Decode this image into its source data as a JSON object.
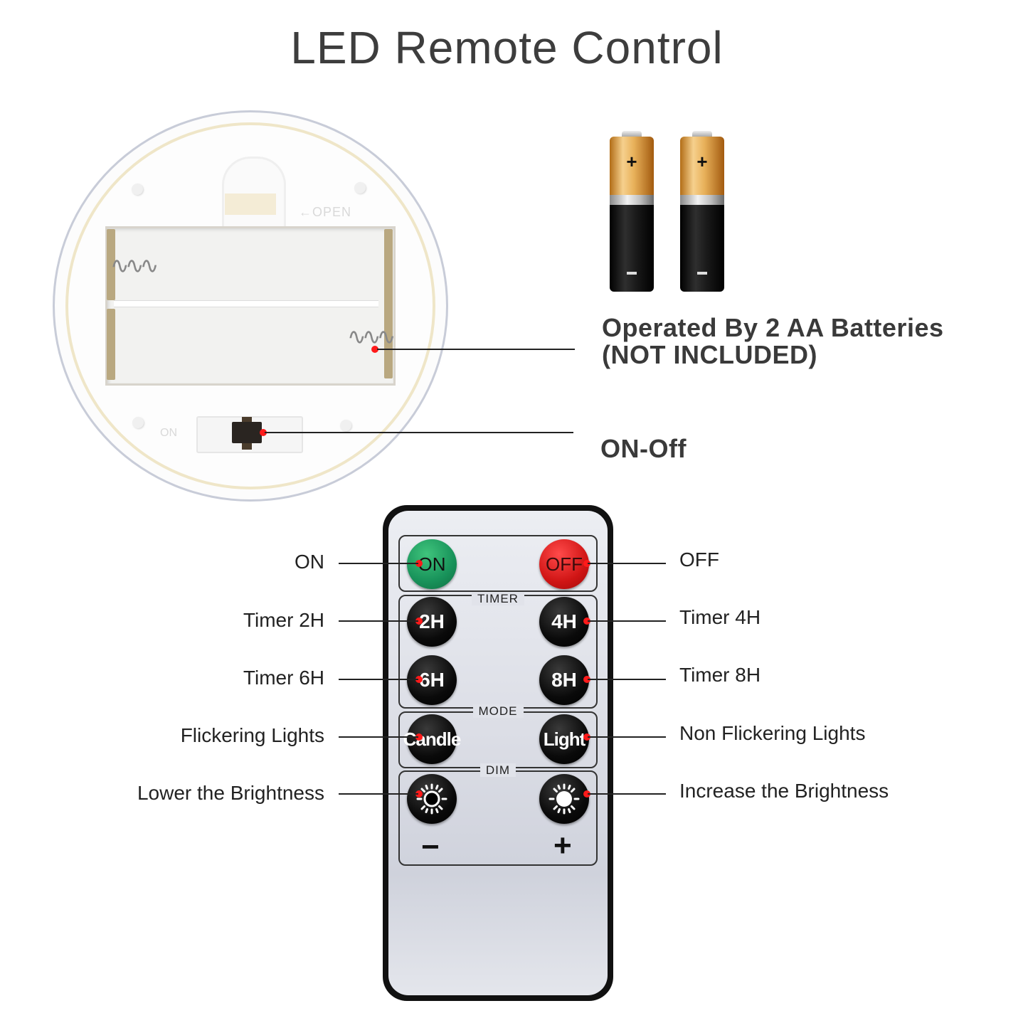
{
  "title": "LED Remote Control",
  "battery_compartment": {
    "open_label": "←OPEN",
    "switch_label": "ON"
  },
  "batteries": {
    "count": 2,
    "plus_symbol": "+",
    "minus_symbol": "−"
  },
  "callouts": {
    "batteries_line1": "Operated By 2 AA Batteries",
    "batteries_line2": "(NOT INCLUDED)",
    "on_off": "ON-Off"
  },
  "remote": {
    "groups": {
      "timer": "TIMER",
      "mode": "MODE",
      "dim": "DIM"
    },
    "buttons": {
      "on": "ON",
      "off": "OFF",
      "t2": "2H",
      "t4": "4H",
      "t6": "6H",
      "t8": "8H",
      "candle": "Candle",
      "light": "Light",
      "dim_minus_sign": "−",
      "dim_plus_sign": "+"
    }
  },
  "labels_left": {
    "on": "ON",
    "timer2": "Timer 2H",
    "timer6": "Timer 6H",
    "flicker": "Flickering Lights",
    "lower": "Lower the Brightness"
  },
  "labels_right": {
    "off": "OFF",
    "timer4": "Timer 4H",
    "timer8": "Timer 8H",
    "nonflicker": "Non Flickering Lights",
    "increase": "Increase the Brightness"
  },
  "colors": {
    "on_button": "#18925a",
    "off_button": "#d01515",
    "marker_dot": "#ff1a1a",
    "title_text": "#3d3d3d"
  }
}
